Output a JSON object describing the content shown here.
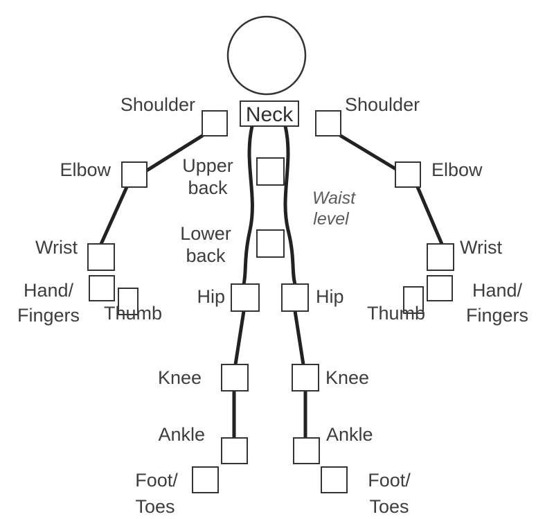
{
  "diagram": {
    "head": "",
    "neck": "Neck",
    "waist": [
      "Waist",
      "level"
    ],
    "left": {
      "shoulder": "Shoulder",
      "elbow": "Elbow",
      "wrist": "Wrist",
      "hand": [
        "Hand/",
        "Fingers"
      ],
      "thumb": "Thumb",
      "hip": "Hip",
      "knee": "Knee",
      "ankle": "Ankle",
      "foot": [
        "Foot/",
        "Toes"
      ]
    },
    "right": {
      "shoulder": "Shoulder",
      "elbow": "Elbow",
      "wrist": "Wrist",
      "hand": [
        "Hand/",
        "Fingers"
      ],
      "thumb": "Thumb",
      "hip": "Hip",
      "knee": "Knee",
      "ankle": "Ankle",
      "foot": [
        "Foot/",
        "Toes"
      ]
    },
    "upper_back": [
      "Upper",
      "back"
    ],
    "lower_back": [
      "Lower",
      "back"
    ]
  }
}
